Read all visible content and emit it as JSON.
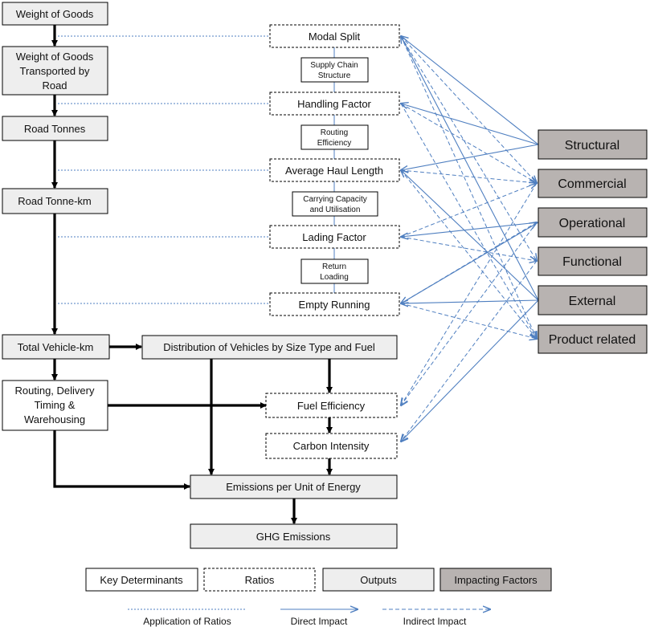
{
  "colors": {
    "output_fill": "#eeeeee",
    "factor_fill": "#b8b3b1",
    "arrow_blue": "#4f7fc0",
    "black": "#000000"
  },
  "chain": {
    "weight_of_goods": "Weight of Goods",
    "weight_by_road": [
      "Weight of Goods",
      "Transported by",
      "Road"
    ],
    "road_tonnes": "Road Tonnes",
    "road_tonne_km": "Road Tonne-km",
    "total_vehicle_km": "Total Vehicle-km",
    "routing": [
      "Routing, Delivery",
      "Timing &",
      "Warehousing"
    ],
    "distribution": "Distribution of Vehicles by Size Type and Fuel",
    "emissions_per_unit": "Emissions per Unit of Energy",
    "ghg": "GHG Emissions"
  },
  "ratios": {
    "modal_split": "Modal Split",
    "handling_factor": "Handling Factor",
    "average_haul_length": "Average Haul Length",
    "lading_factor": "Lading Factor",
    "empty_running": "Empty Running",
    "fuel_efficiency": "Fuel Efficiency",
    "carbon_intensity": "Carbon Intensity"
  },
  "determinants": {
    "supply_chain": [
      "Supply Chain",
      "Structure"
    ],
    "routing_efficiency": [
      "Routing",
      "Efficiency"
    ],
    "carrying_capacity": [
      "Carrying Capacity",
      "and Utilisation"
    ],
    "return_loading": [
      "Return",
      "Loading"
    ]
  },
  "factors": {
    "structural": "Structural",
    "commercial": "Commercial",
    "operational": "Operational",
    "functional": "Functional",
    "external": "External",
    "product_related": "Product related"
  },
  "legend": {
    "key_determinants": "Key Determinants",
    "ratios": "Ratios",
    "outputs": "Outputs",
    "impacting_factors": "Impacting Factors",
    "application_of_ratios": "Application of Ratios",
    "direct_impact": "Direct Impact",
    "indirect_impact": "Indirect Impact"
  }
}
